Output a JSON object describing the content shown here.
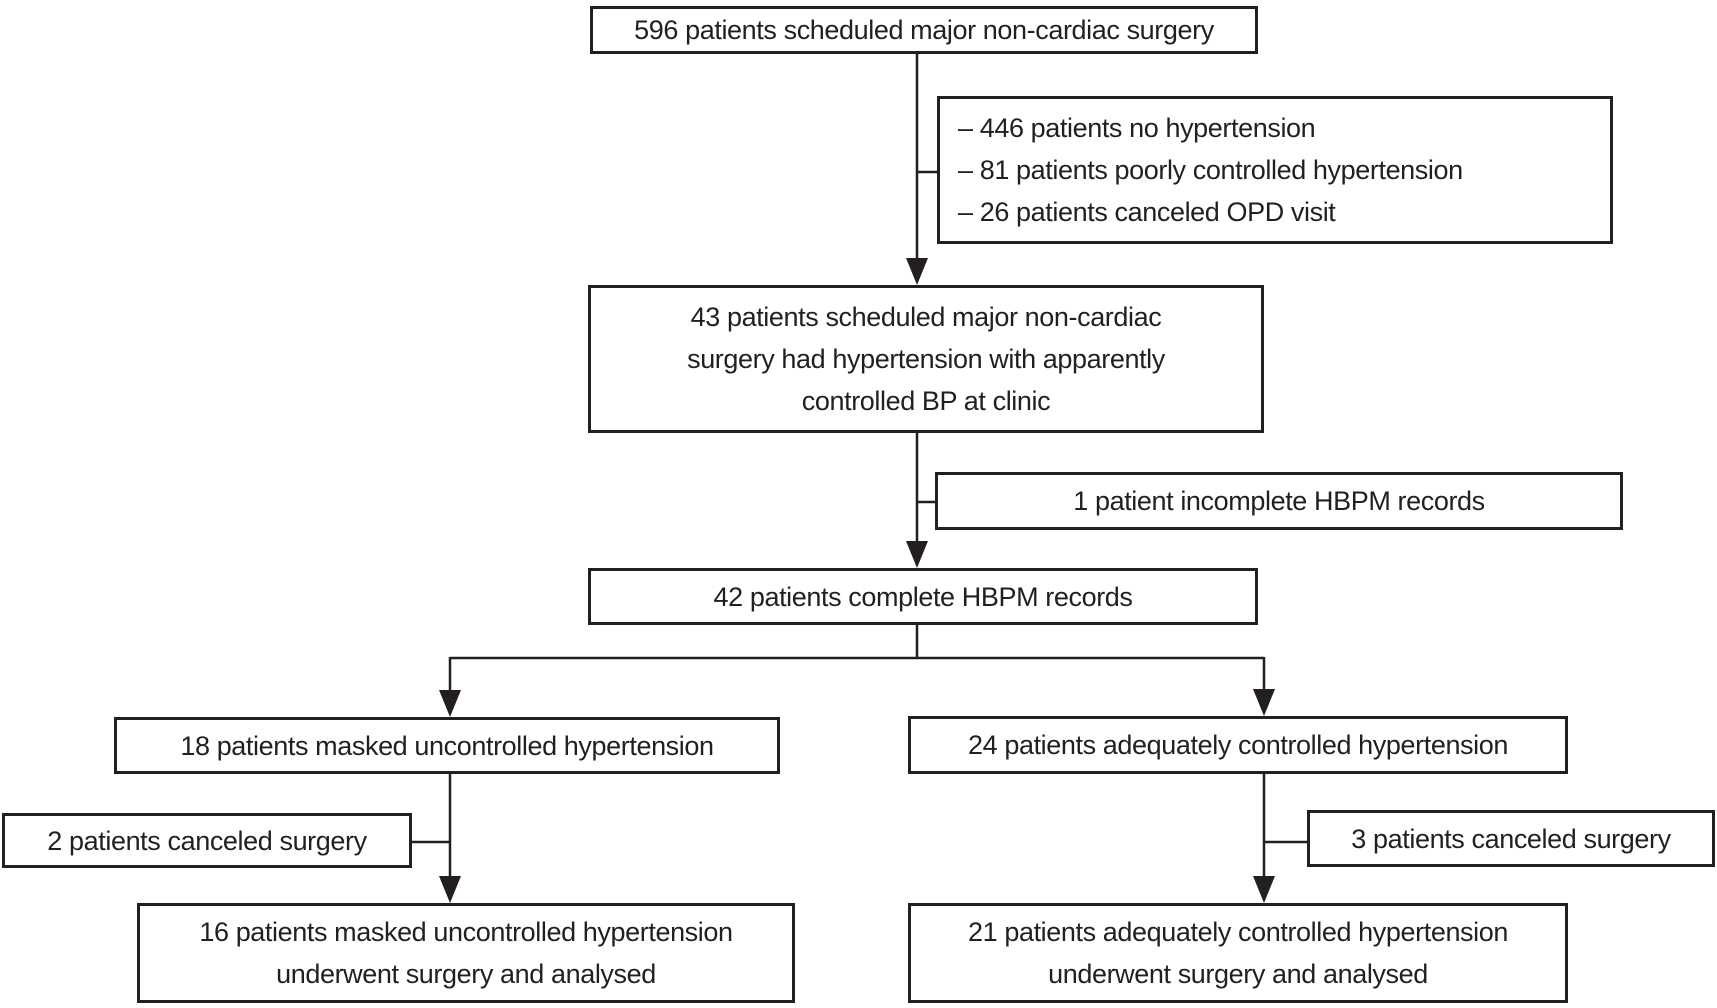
{
  "diagram": {
    "type": "flowchart",
    "colors": {
      "ink": "#231f20",
      "background": "#ffffff"
    },
    "nodes": {
      "total": {
        "text": "596 patients scheduled major non-cardiac surgery"
      },
      "exclusions_initial": {
        "items": [
          "– 446 patients no hypertension",
          "– 81 patients poorly controlled hypertension",
          "– 26 patients canceled OPD visit"
        ]
      },
      "controlled_clinic": {
        "text": "43 patients scheduled major non-cardiac\nsurgery had hypertension with apparently\ncontrolled BP at clinic"
      },
      "incomplete_hbpm": {
        "text": "1 patient incomplete HBPM records"
      },
      "complete_hbpm": {
        "text": "42 patients complete HBPM records"
      },
      "masked_uncontrolled": {
        "text": "18 patients masked uncontrolled hypertension"
      },
      "adequately_controlled": {
        "text": "24 patients adequately controlled hypertension"
      },
      "canceled_masked": {
        "text": "2 patients canceled surgery"
      },
      "canceled_adequate": {
        "text": "3 patients canceled surgery"
      },
      "masked_analysed": {
        "text": "16 patients masked uncontrolled hypertension\nunderwent surgery and analysed"
      },
      "adequate_analysed": {
        "text": "21 patients adequately controlled hypertension\nunderwent surgery and analysed"
      }
    }
  }
}
